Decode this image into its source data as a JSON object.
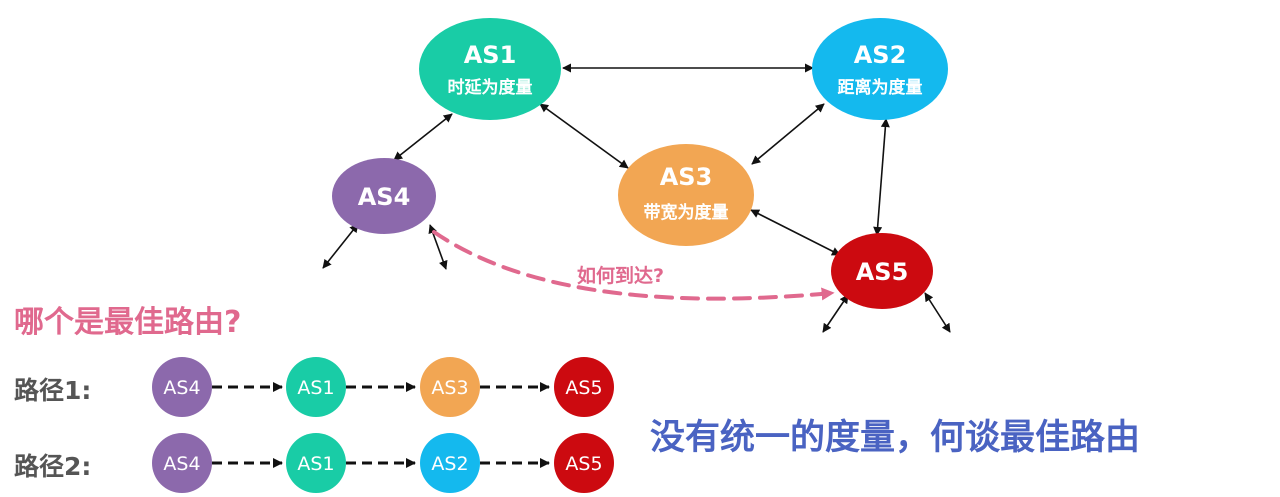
{
  "nodes": {
    "as1": {
      "name": "AS1",
      "metric": "时延为度量",
      "color": "#19cca6"
    },
    "as2": {
      "name": "AS2",
      "metric": "距离为度量",
      "color": "#14b9ee"
    },
    "as3": {
      "name": "AS3",
      "metric": "带宽为度量",
      "color": "#f2a653"
    },
    "as4": {
      "name": "AS4",
      "color": "#8c69ac"
    },
    "as5": {
      "name": "AS5",
      "color": "#cc0a10"
    }
  },
  "edge_label": "如何到达?",
  "question": "哪个是最佳路由?",
  "paths": [
    {
      "label": "路径1:",
      "hops": [
        "AS4",
        "AS1",
        "AS3",
        "AS5"
      ]
    },
    {
      "label": "路径2:",
      "hops": [
        "AS4",
        "AS1",
        "AS2",
        "AS5"
      ]
    }
  ],
  "conclusion": "没有统一的度量，何谈最佳路由",
  "colors": {
    "dashed_route": "#e0698e",
    "question_text": "#e0698e",
    "conclusion_text": "#4a63c2",
    "label_text": "#555555",
    "arrow": "#111111"
  }
}
